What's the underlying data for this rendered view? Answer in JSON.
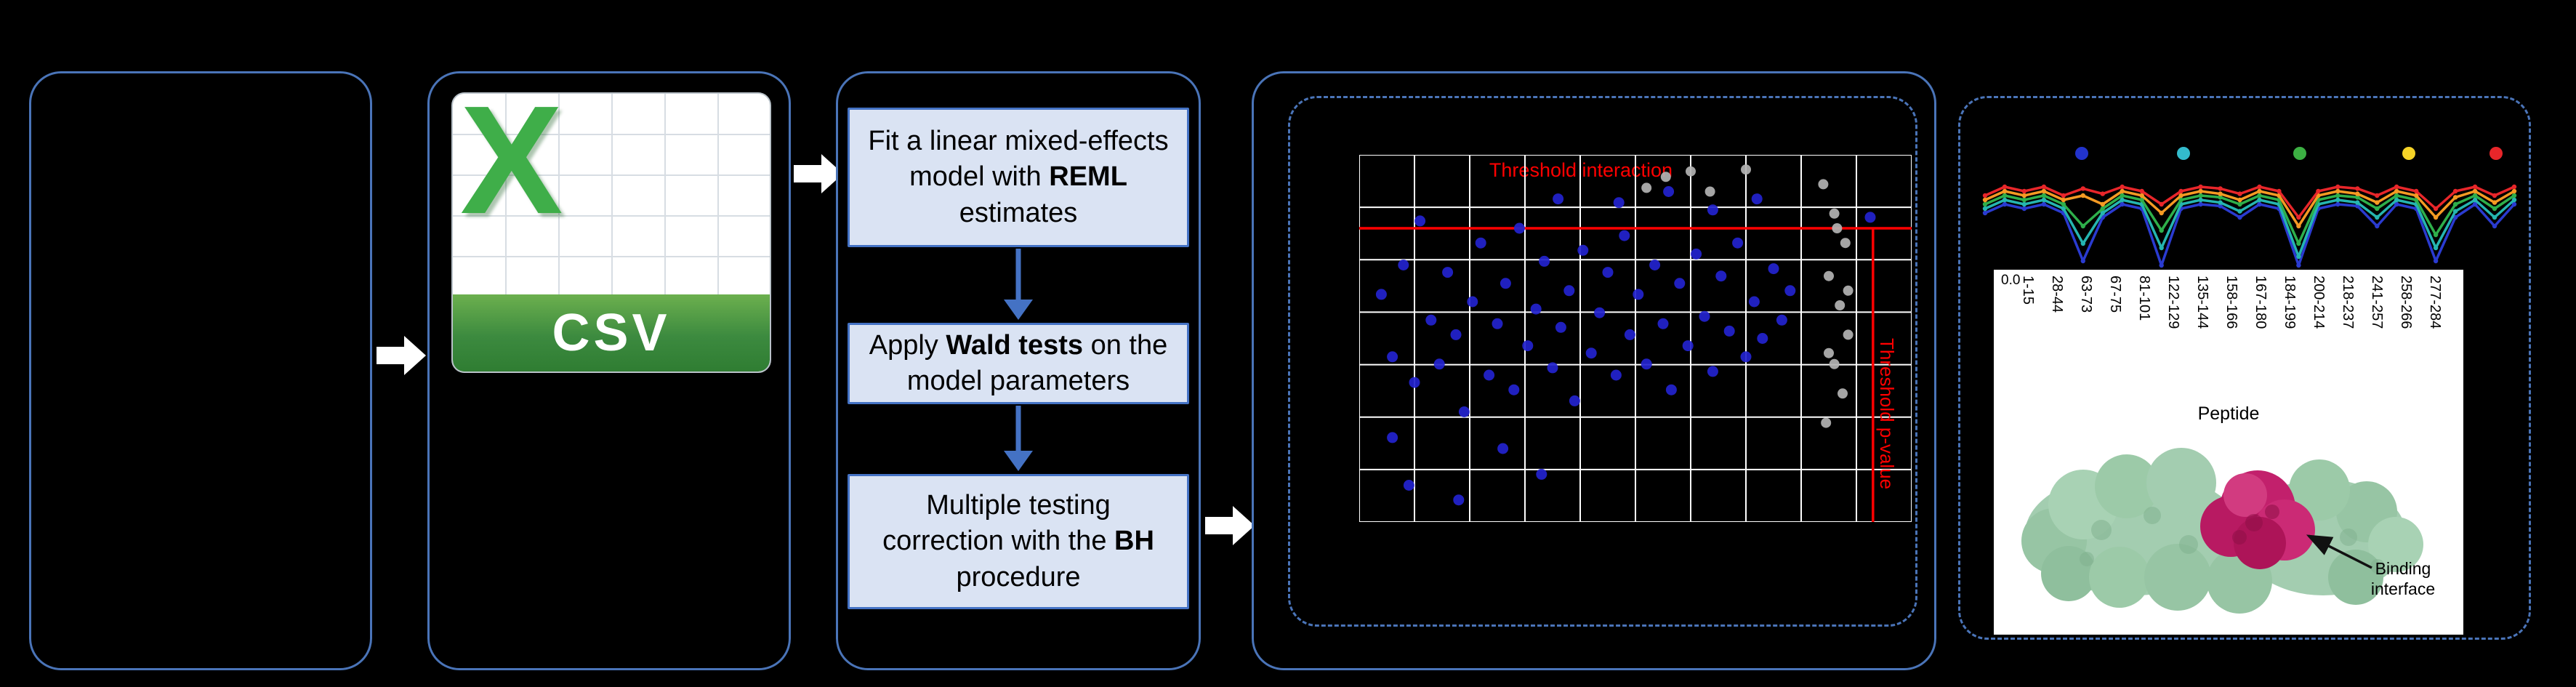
{
  "flow": {
    "csv_icon": {
      "logo_letter": "X",
      "format_label": "CSV"
    },
    "steps": [
      {
        "pre": "Fit a linear mixed-effects model with ",
        "bold": "REML",
        "post": " estimates"
      },
      {
        "pre": "Apply ",
        "bold": "Wald tests",
        "post": " on the model parameters"
      },
      {
        "pre": "Multiple testing correction with the ",
        "bold": "BH",
        "post": " procedure"
      }
    ]
  },
  "colors": {
    "background": "#000000",
    "panel_border_blue": "#4a74b8",
    "step_box_fill": "#dae3f3",
    "step_box_border": "#4472c4",
    "threshold_red": "#ff0000",
    "csv_green": "#3fae49",
    "protein_surface_green": "#a3cdb0",
    "binding_site_magenta": "#c2206c"
  },
  "protein": {
    "label": "Binding interface"
  },
  "chart_data": [
    {
      "type": "scatter",
      "name": "volcano-plot",
      "annotations": {
        "threshold_interaction": "Threshold interaction",
        "threshold_pvalue": "Threshold p-value"
      },
      "grid": {
        "cols": 10,
        "rows": 7,
        "color": "#ffffff"
      },
      "threshold_line_color": "#ff0000",
      "threshold_y_frac": 0.2,
      "threshold_x_frac": 0.93,
      "axis_labels_visible": false,
      "series": [
        {
          "name": "significant",
          "color": "#2323cf",
          "points": [
            [
              0.04,
              0.38
            ],
            [
              0.06,
              0.55
            ],
            [
              0.08,
              0.3
            ],
            [
              0.1,
              0.62
            ],
            [
              0.11,
              0.18
            ],
            [
              0.13,
              0.45
            ],
            [
              0.145,
              0.57
            ],
            [
              0.16,
              0.32
            ],
            [
              0.175,
              0.49
            ],
            [
              0.19,
              0.7
            ],
            [
              0.205,
              0.4
            ],
            [
              0.22,
              0.24
            ],
            [
              0.235,
              0.6
            ],
            [
              0.25,
              0.46
            ],
            [
              0.265,
              0.35
            ],
            [
              0.28,
              0.64
            ],
            [
              0.29,
              0.2
            ],
            [
              0.305,
              0.52
            ],
            [
              0.32,
              0.42
            ],
            [
              0.335,
              0.29
            ],
            [
              0.35,
              0.58
            ],
            [
              0.365,
              0.47
            ],
            [
              0.38,
              0.37
            ],
            [
              0.39,
              0.67
            ],
            [
              0.405,
              0.26
            ],
            [
              0.42,
              0.54
            ],
            [
              0.435,
              0.43
            ],
            [
              0.45,
              0.32
            ],
            [
              0.465,
              0.6
            ],
            [
              0.48,
              0.22
            ],
            [
              0.49,
              0.49
            ],
            [
              0.505,
              0.38
            ],
            [
              0.52,
              0.57
            ],
            [
              0.535,
              0.3
            ],
            [
              0.55,
              0.46
            ],
            [
              0.565,
              0.64
            ],
            [
              0.58,
              0.35
            ],
            [
              0.595,
              0.52
            ],
            [
              0.61,
              0.27
            ],
            [
              0.625,
              0.44
            ],
            [
              0.64,
              0.59
            ],
            [
              0.655,
              0.33
            ],
            [
              0.67,
              0.48
            ],
            [
              0.685,
              0.24
            ],
            [
              0.7,
              0.55
            ],
            [
              0.715,
              0.4
            ],
            [
              0.73,
              0.5
            ],
            [
              0.75,
              0.31
            ],
            [
              0.765,
              0.45
            ],
            [
              0.78,
              0.37
            ],
            [
              0.09,
              0.9
            ],
            [
              0.18,
              0.94
            ],
            [
              0.33,
              0.87
            ],
            [
              0.06,
              0.77
            ],
            [
              0.26,
              0.8
            ],
            [
              0.47,
              0.13
            ],
            [
              0.56,
              0.1
            ],
            [
              0.36,
              0.12
            ],
            [
              0.64,
              0.15
            ],
            [
              0.72,
              0.12
            ],
            [
              0.925,
              0.17
            ]
          ]
        },
        {
          "name": "non-significant",
          "color": "#b3b3b3",
          "points": [
            [
              0.84,
              0.08
            ],
            [
              0.86,
              0.16
            ],
            [
              0.88,
              0.24
            ],
            [
              0.85,
              0.33
            ],
            [
              0.87,
              0.41
            ],
            [
              0.885,
              0.49
            ],
            [
              0.86,
              0.57
            ],
            [
              0.875,
              0.65
            ],
            [
              0.845,
              0.73
            ],
            [
              0.865,
              0.2
            ],
            [
              0.885,
              0.37
            ],
            [
              0.85,
              0.54
            ],
            [
              0.555,
              0.06
            ],
            [
              0.6,
              0.045
            ],
            [
              0.635,
              0.1
            ],
            [
              0.7,
              0.04
            ],
            [
              0.52,
              0.09
            ]
          ]
        }
      ]
    },
    {
      "type": "line",
      "name": "deuterium-uptake-profile",
      "legend_dots": [
        "#2233cc",
        "#33bbcc",
        "#3cb043",
        "#f5d327",
        "#e8262a"
      ],
      "x_count": 28,
      "ytick": "0.0",
      "x_categories_label": "Peptide",
      "x_tick_labels": [
        "1-15",
        "28-44",
        "63-73",
        "67-75",
        "81-101",
        "122-129",
        "135-144",
        "158-166",
        "167-180",
        "184-199",
        "200-214",
        "218-237",
        "241-257",
        "258-266",
        "277-284"
      ],
      "series": [
        {
          "name": "state-blue",
          "color": "#2a3bd0",
          "values": [
            0.4,
            0.3,
            0.35,
            0.3,
            0.4,
            0.95,
            0.45,
            0.3,
            0.35,
            1.0,
            0.35,
            0.3,
            0.32,
            0.45,
            0.3,
            0.35,
            1.0,
            0.35,
            0.3,
            0.32,
            0.55,
            0.3,
            0.35,
            0.95,
            0.45,
            0.3,
            0.55,
            0.3
          ]
        },
        {
          "name": "state-teal",
          "color": "#25b5b0",
          "values": [
            0.35,
            0.25,
            0.3,
            0.25,
            0.35,
            0.75,
            0.4,
            0.25,
            0.3,
            0.8,
            0.3,
            0.25,
            0.28,
            0.38,
            0.25,
            0.3,
            0.9,
            0.3,
            0.25,
            0.28,
            0.45,
            0.25,
            0.3,
            0.8,
            0.38,
            0.25,
            0.45,
            0.25
          ]
        },
        {
          "name": "state-green",
          "color": "#2eaf4b",
          "values": [
            0.3,
            0.2,
            0.25,
            0.2,
            0.3,
            0.55,
            0.35,
            0.2,
            0.25,
            0.6,
            0.25,
            0.2,
            0.22,
            0.3,
            0.2,
            0.25,
            0.75,
            0.25,
            0.2,
            0.22,
            0.35,
            0.2,
            0.25,
            0.65,
            0.3,
            0.2,
            0.35,
            0.2
          ]
        },
        {
          "name": "state-orange",
          "color": "#f59a23",
          "values": [
            0.25,
            0.15,
            0.2,
            0.15,
            0.25,
            0.2,
            0.3,
            0.15,
            0.2,
            0.4,
            0.2,
            0.15,
            0.18,
            0.25,
            0.15,
            0.2,
            0.55,
            0.2,
            0.15,
            0.18,
            0.28,
            0.15,
            0.2,
            0.45,
            0.22,
            0.15,
            0.28,
            0.15
          ]
        },
        {
          "name": "state-red",
          "color": "#e8262a",
          "values": [
            0.2,
            0.1,
            0.15,
            0.1,
            0.2,
            0.12,
            0.18,
            0.1,
            0.15,
            0.3,
            0.15,
            0.1,
            0.12,
            0.18,
            0.1,
            0.15,
            0.45,
            0.15,
            0.1,
            0.12,
            0.2,
            0.1,
            0.15,
            0.35,
            0.15,
            0.1,
            0.2,
            0.1
          ]
        }
      ]
    }
  ]
}
